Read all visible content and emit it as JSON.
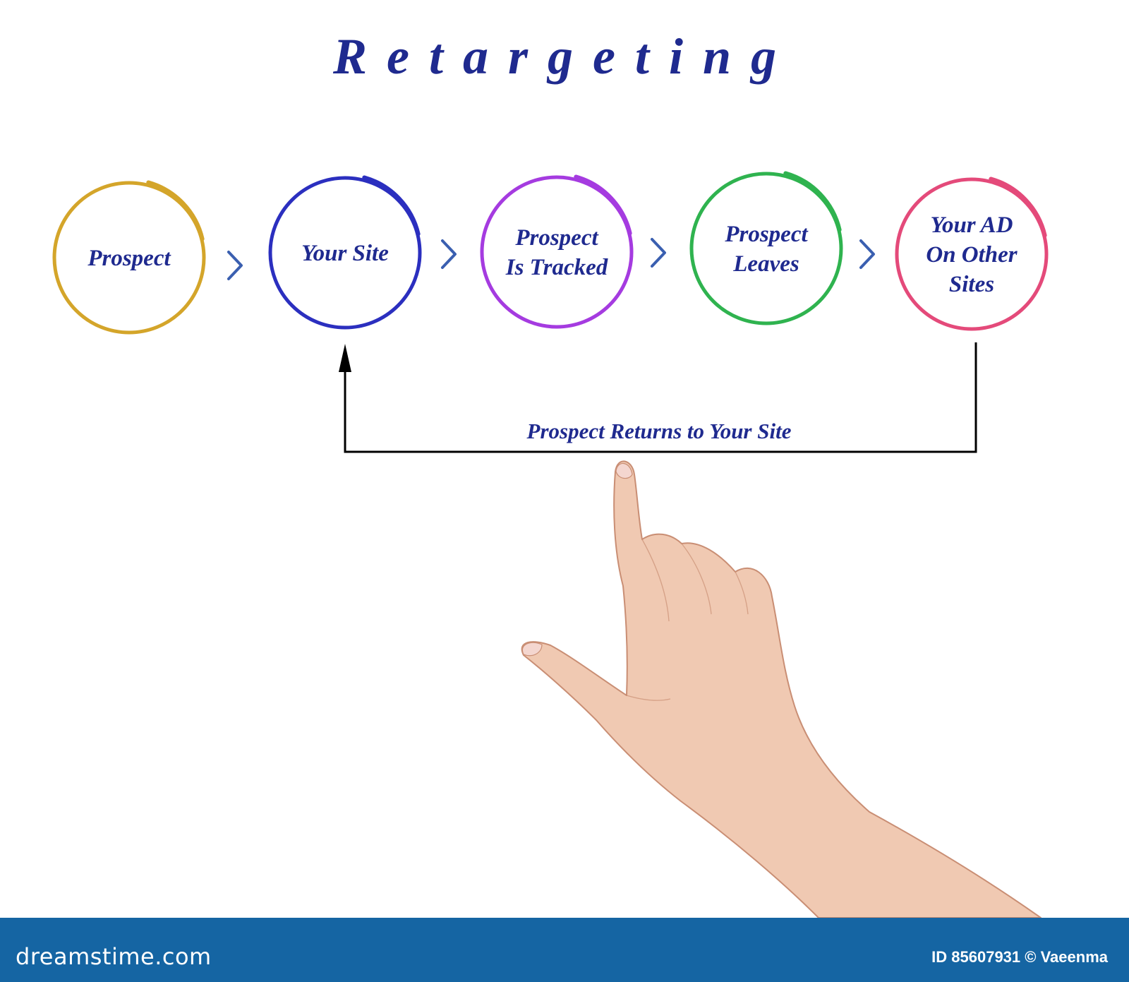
{
  "title": "Retargeting",
  "steps": [
    {
      "lines": [
        "Prospect"
      ],
      "color": "#d4a52a"
    },
    {
      "lines": [
        "Your Site"
      ],
      "color": "#2b2fbf"
    },
    {
      "lines": [
        "Prospect",
        "Is Tracked"
      ],
      "color": "#a53be0"
    },
    {
      "lines": [
        "Prospect",
        "Leaves"
      ],
      "color": "#2fb34f"
    },
    {
      "lines": [
        "Your AD",
        "On Other",
        "Sites"
      ],
      "color": "#e44a7a"
    }
  ],
  "feedback_label": "Prospect Returns to Your Site",
  "colors": {
    "text": "#1f2a8f",
    "chevron": "#3a5fb0",
    "connector": "#000000",
    "footer_bg": "#1565a3"
  },
  "footer": {
    "brand": "dreamstime.com",
    "credit": "ID 85607931 © Vaeenma"
  }
}
